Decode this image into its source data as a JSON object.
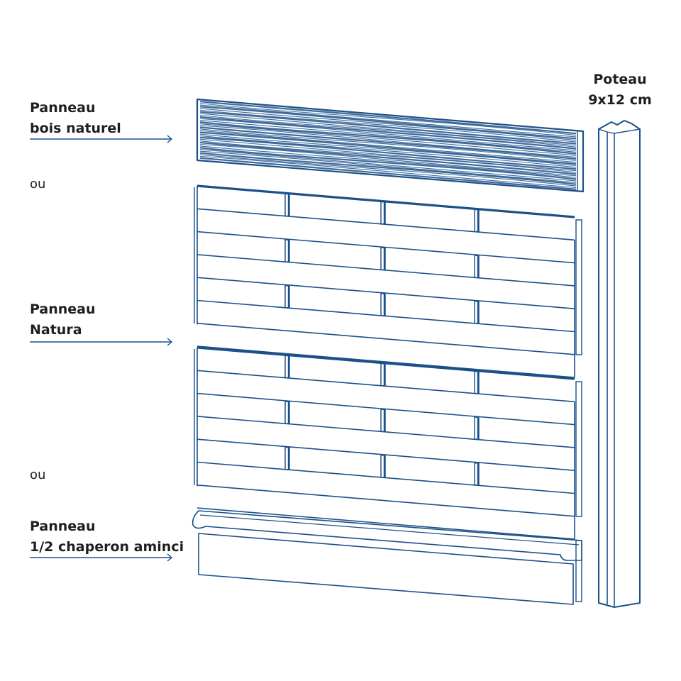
{
  "labels": {
    "wood_panel": [
      "Panneau",
      "bois naturel"
    ],
    "or_1": "ou",
    "natura_panel": [
      "Panneau",
      "Natura"
    ],
    "or_2": "ou",
    "chaperon_panel": [
      "Panneau",
      "1/2 chaperon aminci"
    ],
    "post": [
      "Poteau",
      "9x12 cm"
    ]
  },
  "colors": {
    "line": "#1b5089",
    "text": "#1f1f1f"
  }
}
